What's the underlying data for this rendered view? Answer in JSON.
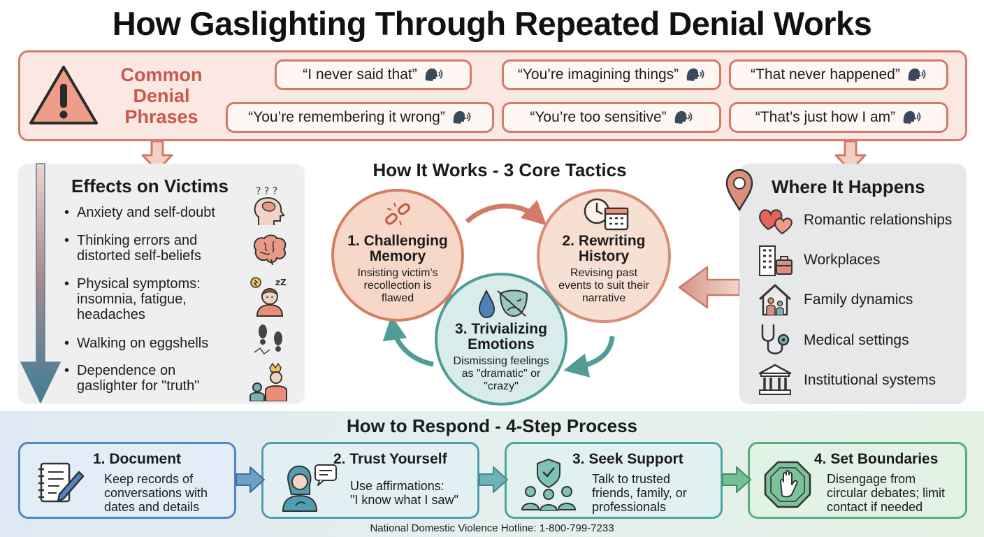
{
  "title": "How Gaslighting Through Repeated Denial Works",
  "phrases": {
    "heading_lines": [
      "Common",
      "Denial",
      "Phrases"
    ],
    "items": [
      "“I never said that”",
      "“You’re imagining things”",
      "“That never happened”",
      "“You’re remembering it wrong”",
      "“You’re too sensitive”",
      "“That’s just how I am”"
    ],
    "speech_icon": "speaking-head-icon",
    "warning_icon": "warning-triangle-icon"
  },
  "effects": {
    "heading": "Effects on Victims",
    "items": [
      {
        "lines": [
          "Anxiety and self-doubt"
        ],
        "icon": "confused-head-icon"
      },
      {
        "lines": [
          "Thinking errors and",
          "distorted self-beliefs"
        ],
        "icon": "brain-icon"
      },
      {
        "lines": [
          "Physical symptoms:",
          "insomnia, fatigue,",
          "headaches"
        ],
        "icon": "tired-person-icon"
      },
      {
        "lines": [
          "Walking on eggshells"
        ],
        "icon": "footsteps-icon"
      },
      {
        "lines": [
          "Dependence on",
          "gaslighter for \"truth\""
        ],
        "icon": "crowned-figure-icon"
      }
    ]
  },
  "tactics": {
    "heading": "How It Works - 3 Core Tactics",
    "items": [
      {
        "title_lines": [
          "1. Challenging",
          "Memory"
        ],
        "desc_lines": [
          "Insisting victim's",
          "recollection is",
          "flawed"
        ],
        "icon": "broken-chain-icon"
      },
      {
        "title_lines": [
          "2. Rewriting",
          "History"
        ],
        "desc_lines": [
          "Revising past",
          "events to suit their",
          "narrative"
        ],
        "icon": "clock-calendar-icon"
      },
      {
        "title_lines": [
          "3. Trivializing",
          "Emotions"
        ],
        "desc_lines": [
          "Dismissing feelings",
          "as \"dramatic\" or",
          "\"crazy\""
        ],
        "icon": "teardrop-mask-icon"
      }
    ]
  },
  "where": {
    "heading": "Where It Happens",
    "items": [
      {
        "label": "Romantic relationships",
        "icon": "hearts-icon"
      },
      {
        "label": "Workplaces",
        "icon": "office-building-icon"
      },
      {
        "label": "Family dynamics",
        "icon": "family-house-icon"
      },
      {
        "label": "Medical settings",
        "icon": "stethoscope-icon"
      },
      {
        "label": "Institutional systems",
        "icon": "institution-building-icon"
      }
    ],
    "pin_icon": "location-pin-icon"
  },
  "respond": {
    "heading": "How to Respond - 4-Step Process",
    "steps": [
      {
        "title": "1. Document",
        "desc_lines": [
          "Keep records of",
          "conversations with",
          "dates and details"
        ],
        "icon": "notebook-pen-icon",
        "color": "#4f86c6"
      },
      {
        "title": "2. Trust Yourself",
        "desc_lines": [
          "Use affirmations:",
          "\"I know what I saw\""
        ],
        "icon": "affirming-person-icon",
        "color": "#4f9fb0"
      },
      {
        "title": "3. Seek Support",
        "desc_lines": [
          "Talk to trusted",
          "friends, family, or",
          "professionals"
        ],
        "icon": "support-group-icon",
        "color": "#4ea6a0"
      },
      {
        "title": "4. Set Boundaries",
        "desc_lines": [
          "Disengage from",
          "circular debates; limit",
          "contact if needed"
        ],
        "icon": "stop-hand-icon",
        "color": "#5aae7e"
      }
    ],
    "hotline": "National Domestic Violence Hotline: 1-800-799-7233"
  },
  "colors": {
    "accent_red": "#c9574a",
    "phrase_border": "#d47a69",
    "memory_circle": "#f6d7c8",
    "history_circle": "#f7dfd2",
    "emotions_circle": "#d8ece9",
    "teal": "#4f9c98"
  }
}
